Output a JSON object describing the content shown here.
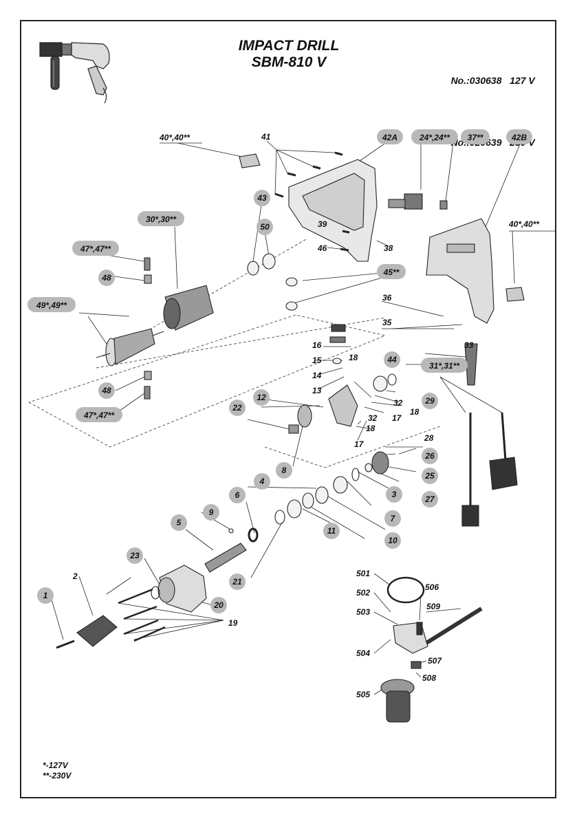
{
  "header": {
    "title_line1": "IMPACT DRILL",
    "title_line2": "SBM-810 V",
    "models": [
      {
        "number": "No.:030638",
        "voltage": "127 V"
      },
      {
        "number": "No.:020639",
        "voltage": "230 V"
      }
    ]
  },
  "legend": {
    "line1": "*-127V",
    "line2": "**-230V"
  },
  "parts": {
    "p1": "1",
    "p2": "2",
    "p3": "3",
    "p4": "4",
    "p5": "5",
    "p6": "6",
    "p7": "7",
    "p8": "8",
    "p9": "9",
    "p10": "10",
    "p11": "11",
    "p12": "12",
    "p13": "13",
    "p14": "14",
    "p15": "15",
    "p16": "16",
    "p17a": "17",
    "p17b": "17",
    "p18a": "18",
    "p18b": "18",
    "p18c": "18",
    "p19": "19",
    "p20": "20",
    "p21": "21",
    "p22": "22",
    "p23": "23",
    "p24": "24*,24**",
    "p25": "25",
    "p26": "26",
    "p27": "27",
    "p28": "28",
    "p29": "29",
    "p30": "30*,30**",
    "p31": "31*,31**",
    "p32a": "32",
    "p32b": "32",
    "p33": "33",
    "p35": "35",
    "p36": "36",
    "p37": "37**",
    "p38": "38",
    "p39": "39",
    "p40a": "40*,40**",
    "p40b": "40*,40**",
    "p41": "41",
    "p42a": "42A",
    "p42b": "42B",
    "p43": "43",
    "p44": "44",
    "p45": "45**",
    "p46": "46",
    "p47a": "47*,47**",
    "p47b": "47*,47**",
    "p48a": "48",
    "p48b": "48",
    "p49": "49*,49**",
    "p50": "50",
    "p501": "501",
    "p502": "502",
    "p503": "503",
    "p504": "504",
    "p505": "505",
    "p506": "506",
    "p507": "507",
    "p508": "508",
    "p509": "509"
  }
}
